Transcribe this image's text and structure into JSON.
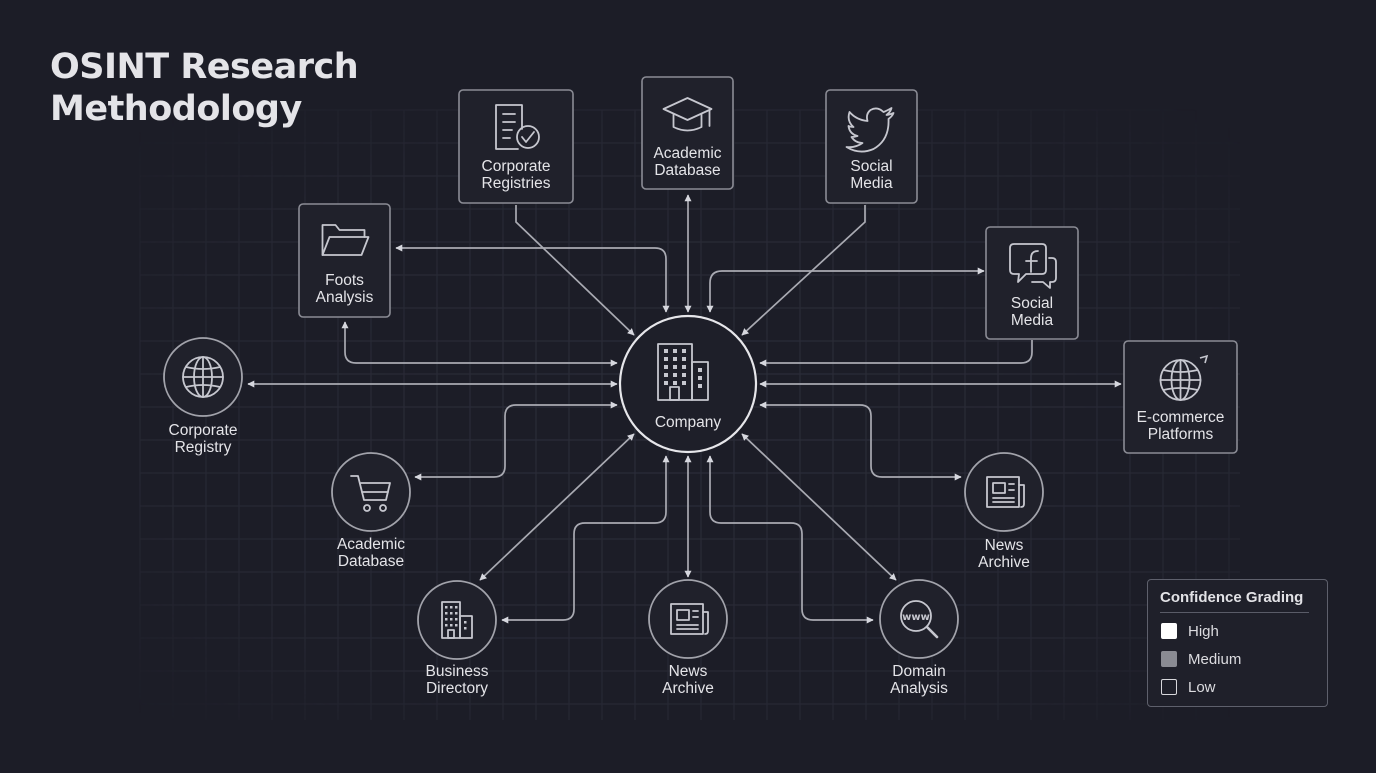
{
  "title": {
    "line1": "OSINT Research",
    "line2": "Methodology"
  },
  "center": {
    "label": "Company",
    "icon": "office-building-icon"
  },
  "nodes": [
    {
      "id": "corporate-registries",
      "line1": "Corporate",
      "line2": "Registries",
      "icon": "document-check-icon",
      "shape": "box"
    },
    {
      "id": "academic-database-top",
      "line1": "Academic",
      "line2": "Database",
      "icon": "graduation-cap-icon",
      "shape": "box"
    },
    {
      "id": "social-media-twitter",
      "line1": "Social",
      "line2": "Media",
      "icon": "twitter-bird-icon",
      "shape": "box"
    },
    {
      "id": "foots-analysis",
      "line1": "Foots",
      "line2": "Analysis",
      "icon": "folder-icon",
      "shape": "box"
    },
    {
      "id": "social-media-facebook",
      "line1": "Social",
      "line2": "Media",
      "icon": "facebook-chat-icon",
      "shape": "box"
    },
    {
      "id": "corporate-registry",
      "line1": "Corporate",
      "line2": "Registry",
      "icon": "globe-icon",
      "shape": "circle"
    },
    {
      "id": "ecommerce-platforms",
      "line1": "E-commerce",
      "line2": "Platforms",
      "icon": "globe-icon",
      "shape": "box"
    },
    {
      "id": "academic-database-bottom",
      "line1": "Academic",
      "line2": "Database",
      "icon": "shopping-cart-icon",
      "shape": "circle"
    },
    {
      "id": "news-archive-right",
      "line1": "News",
      "line2": "Archive",
      "icon": "newspaper-icon",
      "shape": "circle"
    },
    {
      "id": "business-directory",
      "line1": "Business",
      "line2": "Directory",
      "icon": "buildings-icon",
      "shape": "circle"
    },
    {
      "id": "news-archive-bottom",
      "line1": "News",
      "line2": "Archive",
      "icon": "newspaper-icon",
      "shape": "circle"
    },
    {
      "id": "domain-analysis",
      "line1": "Domain",
      "line2": "Analysis",
      "icon": "www-magnifier-icon",
      "shape": "circle"
    }
  ],
  "legend": {
    "title": "Confidence Grading",
    "items": [
      {
        "label": "High",
        "color": "#ffffff",
        "style": "filled"
      },
      {
        "label": "Medium",
        "color": "#8a8b93",
        "style": "filled"
      },
      {
        "label": "Low",
        "color": "#d8d8dc",
        "style": "outline"
      }
    ]
  },
  "colors": {
    "background": "#1c1d27",
    "grid": "#2c2e3a",
    "stroke": "#c6c7cf",
    "connector": "#a9aab2",
    "text": "#e4e4e8"
  }
}
